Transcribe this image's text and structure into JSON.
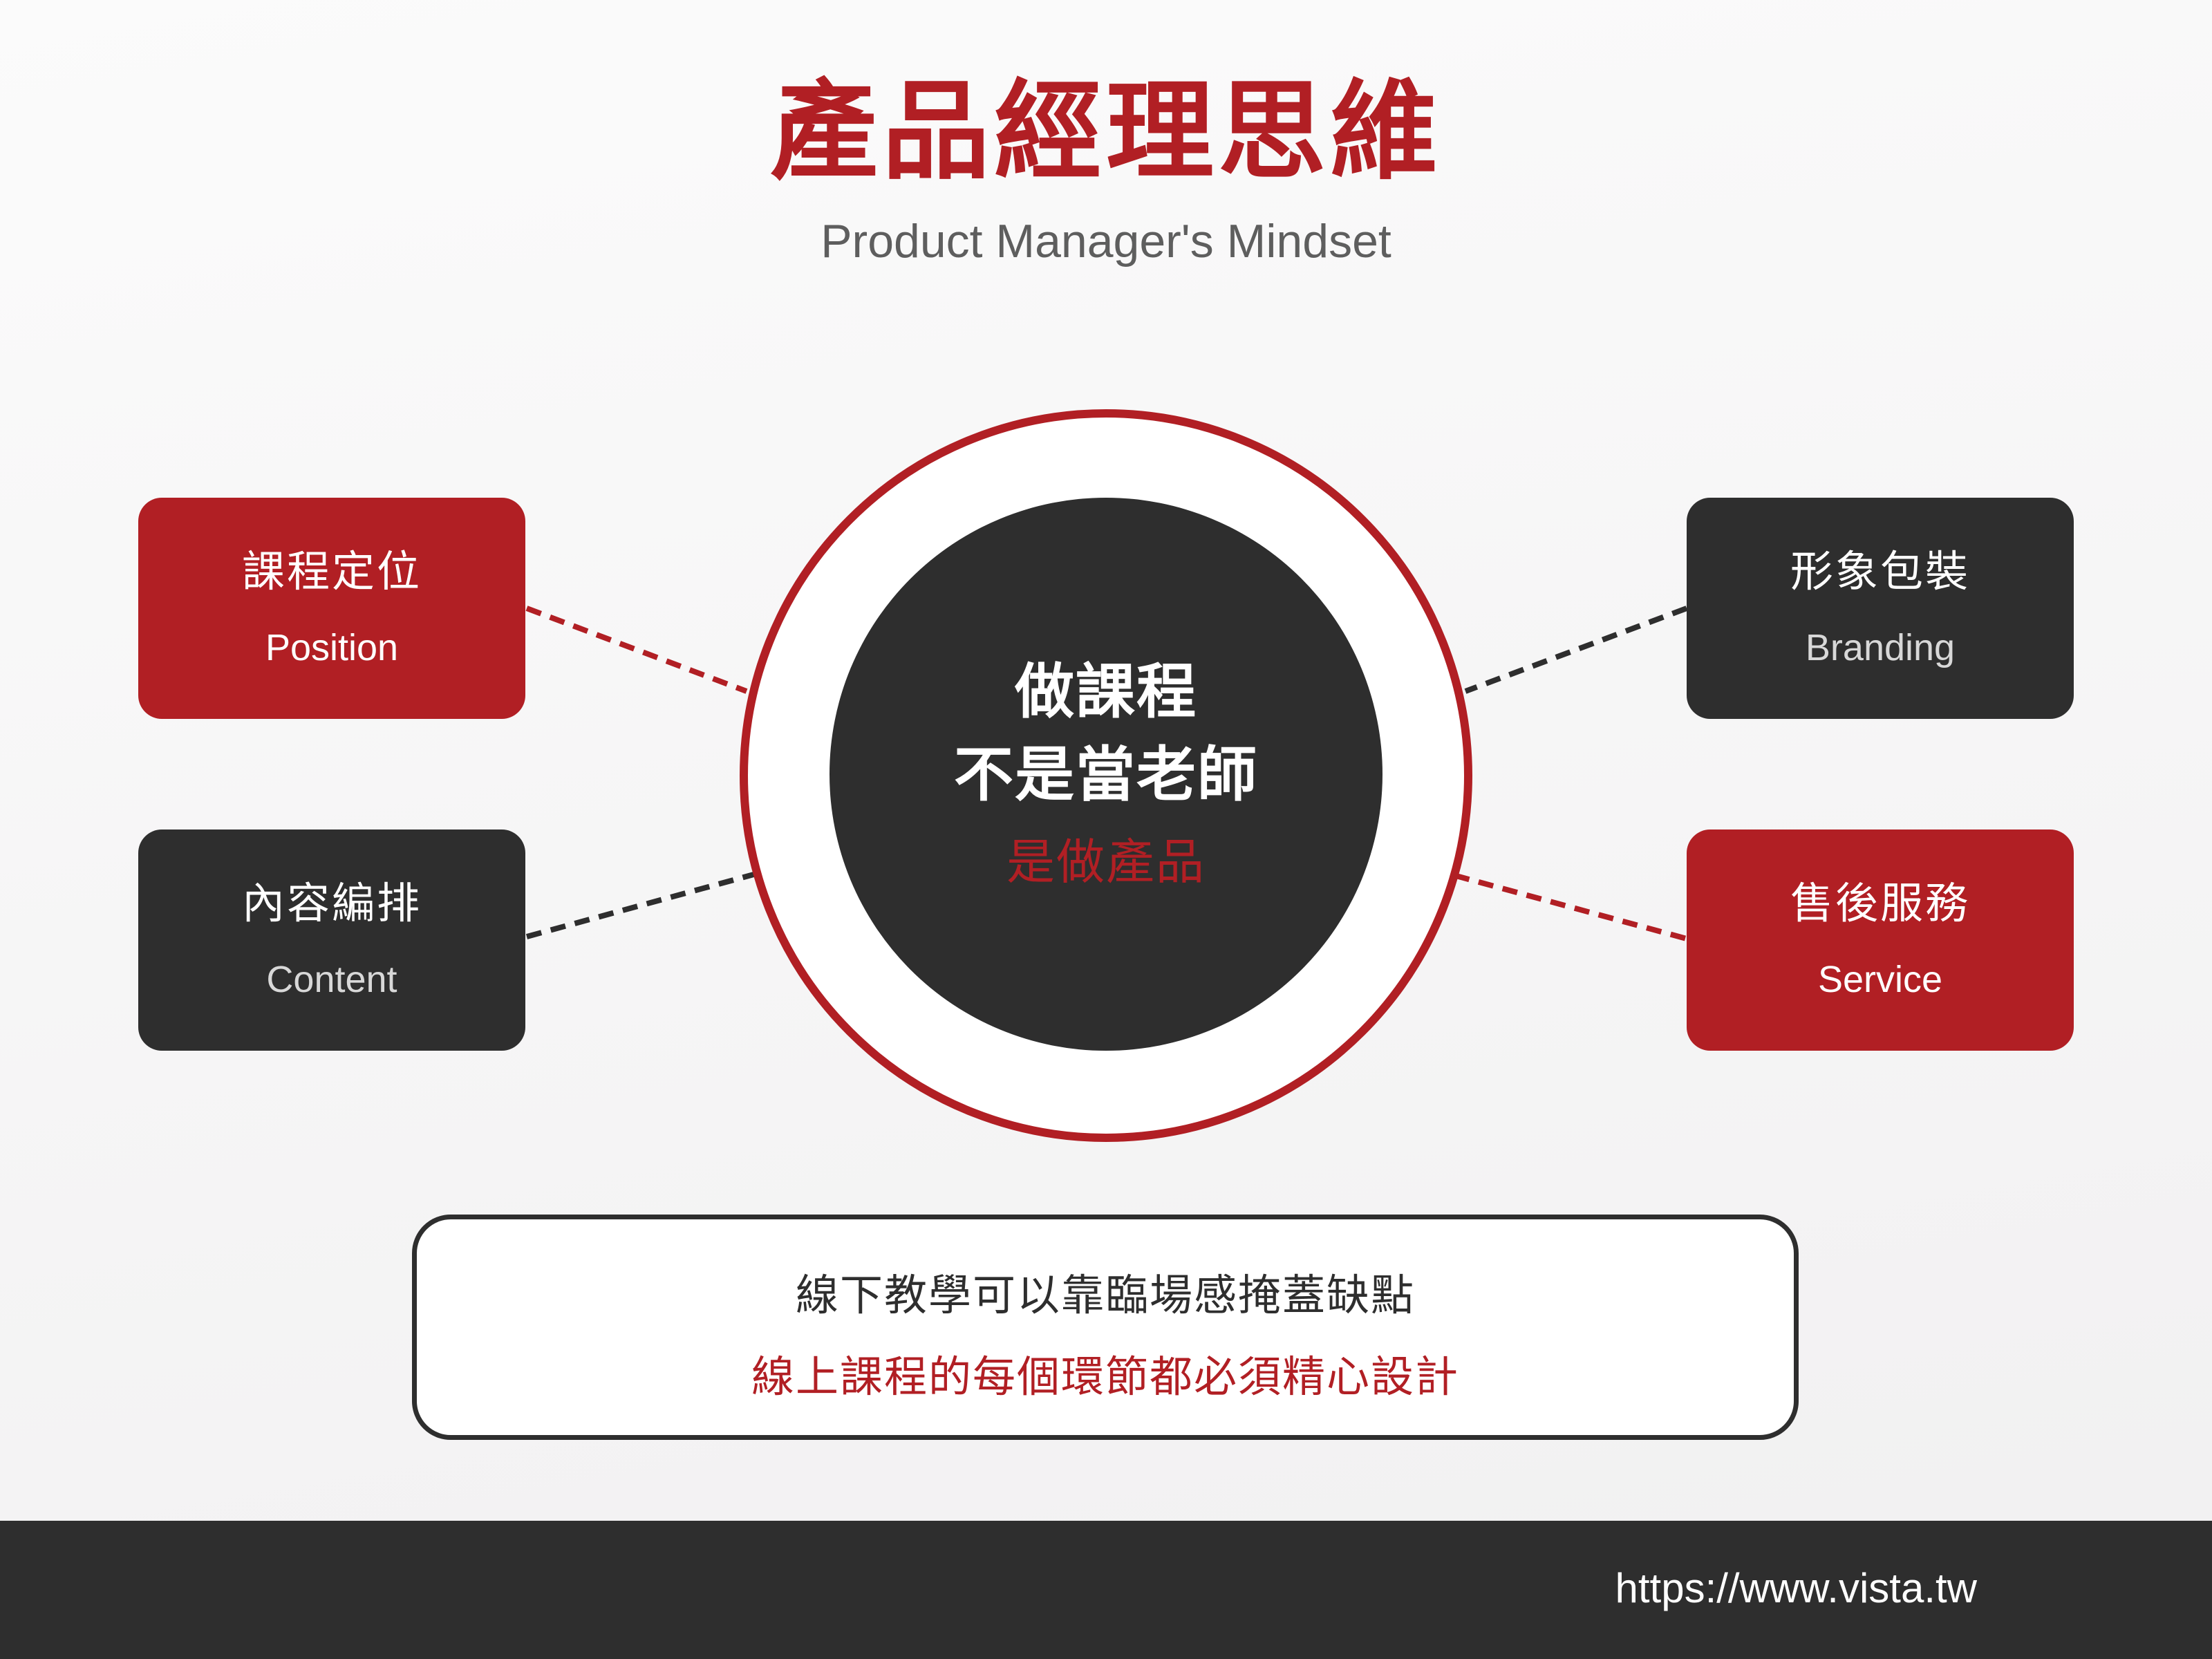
{
  "title": "產品經理思維",
  "subtitle": "Product Manager's Mindset",
  "center": {
    "line1": "做課程",
    "line2": "不是當老師",
    "line3": "是做產品"
  },
  "nodes": {
    "position": {
      "zh": "課程定位",
      "en": "Position"
    },
    "content": {
      "zh": "內容編排",
      "en": "Content"
    },
    "branding": {
      "zh": "形象包裝",
      "en": "Branding"
    },
    "service": {
      "zh": "售後服務",
      "en": "Service"
    }
  },
  "note": {
    "line1": "線下教學可以靠臨場感掩蓋缺點",
    "line2": "線上課程的每個環節都必須精心設計"
  },
  "footer": {
    "url": "https://www.vista.tw"
  },
  "colors": {
    "accent": "#b11f24",
    "dark": "#2e2e2e",
    "background": "#f5f4f5"
  }
}
